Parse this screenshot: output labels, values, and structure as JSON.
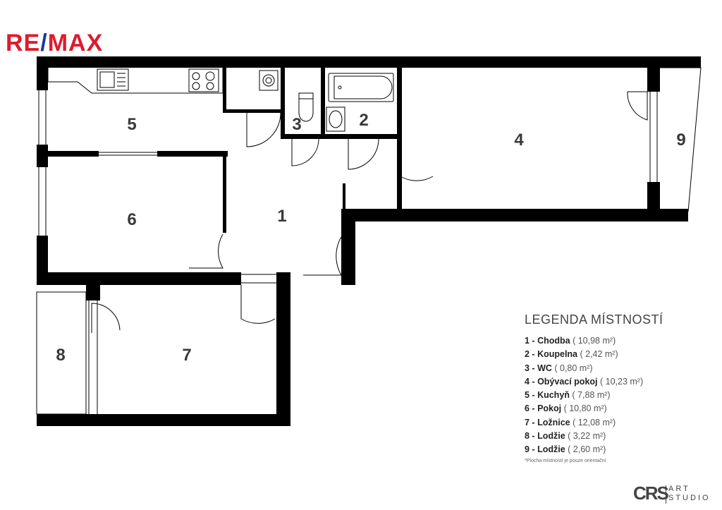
{
  "logo": {
    "re": "RE",
    "slash": "/",
    "max": "MAX"
  },
  "rooms": [
    {
      "num": "1"
    },
    {
      "num": "2"
    },
    {
      "num": "3"
    },
    {
      "num": "4"
    },
    {
      "num": "5"
    },
    {
      "num": "6"
    },
    {
      "num": "7"
    },
    {
      "num": "8"
    },
    {
      "num": "9"
    }
  ],
  "legend": {
    "title": "LEGENDA MÍSTNOSTÍ",
    "items": [
      {
        "num": "1",
        "name": "Chodba",
        "area": "( 10,98 m²)"
      },
      {
        "num": "2",
        "name": "Koupelna",
        "area": "( 2,42 m²)"
      },
      {
        "num": "3",
        "name": "WC",
        "area": "( 0,80 m²)"
      },
      {
        "num": "4",
        "name": "Obývací pokoj",
        "area": "( 10,23 m²)"
      },
      {
        "num": "5",
        "name": "Kuchyň",
        "area": "( 7,88 m²)"
      },
      {
        "num": "6",
        "name": "Pokoj",
        "area": "( 10,80 m²)"
      },
      {
        "num": "7",
        "name": "Ložnice",
        "area": "( 12,08 m²)"
      },
      {
        "num": "8",
        "name": "Lodžie",
        "area": "( 3,22 m²)"
      },
      {
        "num": "9",
        "name": "Lodžie",
        "area": "( 2,60 m²)"
      }
    ],
    "note": "*Plocha místností je pouze orientační"
  },
  "studio": {
    "mono": "CRS",
    "line1": "ART",
    "line2": "STUDIO"
  },
  "colors": {
    "brand_red": "#dc1c2e",
    "brand_blue": "#1a3d8f",
    "wall": "#000000"
  }
}
